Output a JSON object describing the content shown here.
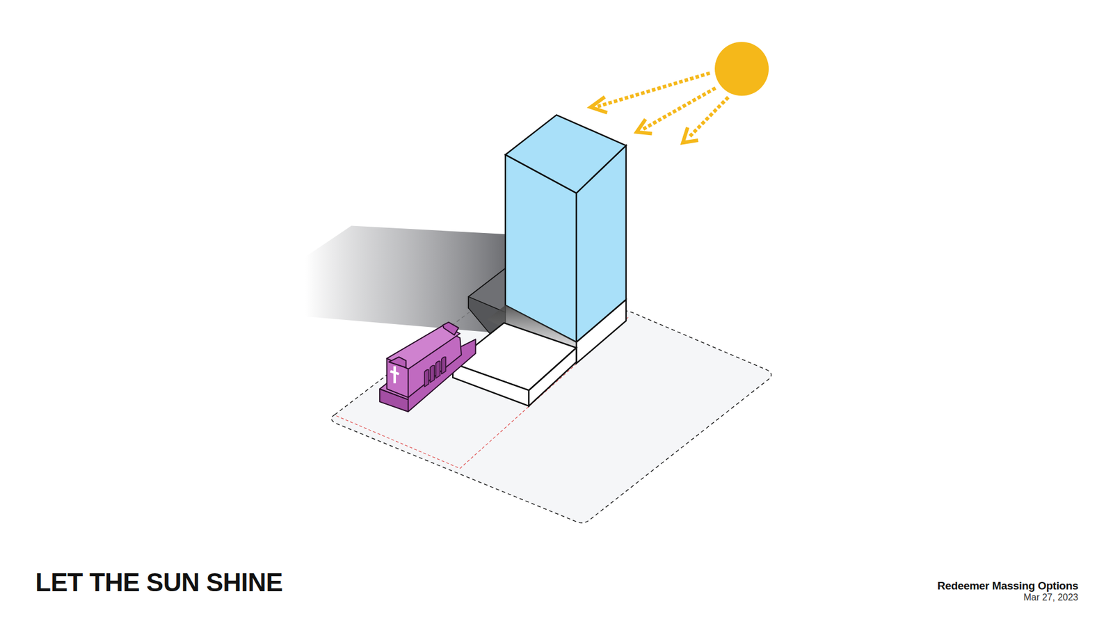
{
  "diagram": {
    "title": "LET THE SUN SHINE",
    "labels": [
      "Redeemer Massing Options",
      "Mar 27, 2023"
    ]
  }
}
